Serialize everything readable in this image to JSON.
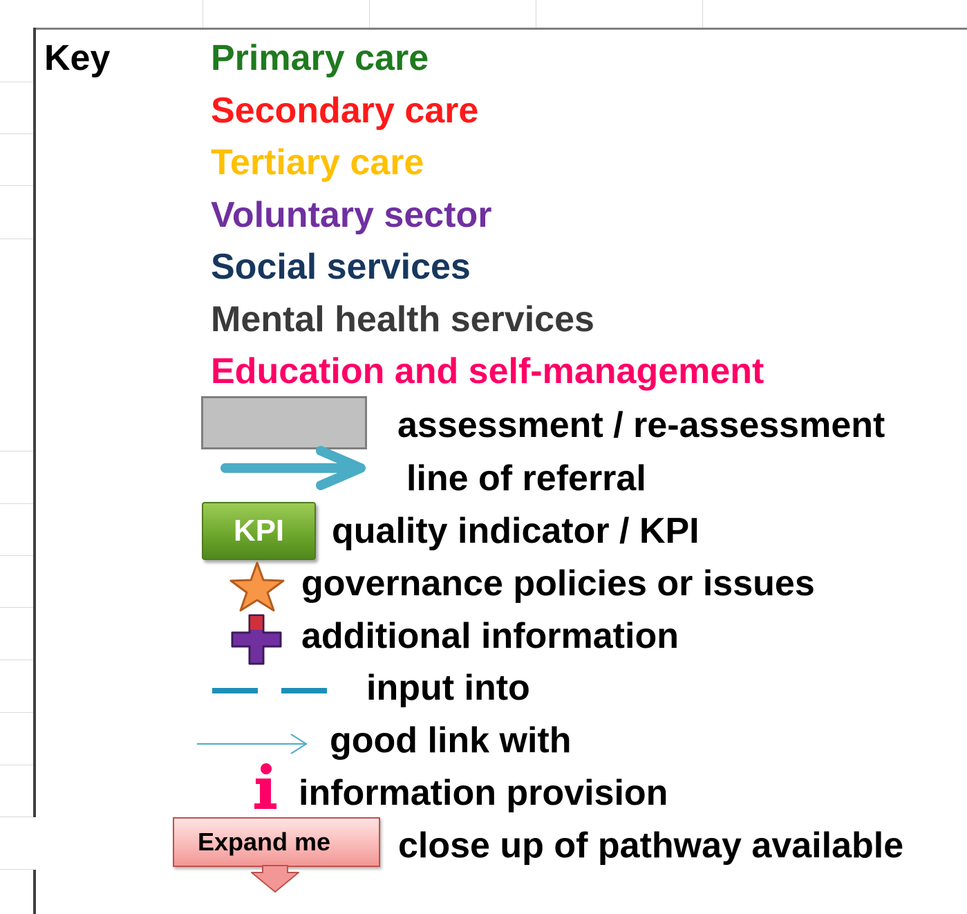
{
  "key": {
    "title": "Key",
    "categories": [
      {
        "label": "Primary care",
        "color": "#1f7a1f"
      },
      {
        "label": "Secondary care",
        "color": "#ff1a1a"
      },
      {
        "label": "Tertiary care",
        "color": "#ffc000"
      },
      {
        "label": "Voluntary sector",
        "color": "#7030a0"
      },
      {
        "label": "Social services",
        "color": "#17375e"
      },
      {
        "label": "Mental health services",
        "color": "#3a3a3a"
      },
      {
        "label": "Education and self-management",
        "color": "#ff0066"
      }
    ],
    "symbols": [
      {
        "icon": "assessment-box",
        "label": "assessment / re-assessment"
      },
      {
        "icon": "referral-arrow-icon",
        "label": "line of referral"
      },
      {
        "icon": "kpi-button",
        "label": "quality indicator / KPI",
        "badge": "KPI"
      },
      {
        "icon": "star-icon",
        "label": "governance policies or issues"
      },
      {
        "icon": "plus-icon",
        "label": "additional information"
      },
      {
        "icon": "dashed-line-icon",
        "label": "input into"
      },
      {
        "icon": "thin-arrow-icon",
        "label": "good link with"
      },
      {
        "icon": "info-icon",
        "label": "information provision"
      },
      {
        "icon": "expand-button",
        "label": "close up of pathway available",
        "badge": "Expand me"
      }
    ]
  },
  "colors": {
    "referral_arrow": "#4bacc6",
    "star": "#f79646",
    "plus": "#7030a0",
    "dashed_line": "#1f8fb8",
    "thin_arrow": "#4bacc6",
    "info": "#ff0066",
    "kpi_green": "#6fa82e",
    "expand_pink": "#f29795"
  }
}
